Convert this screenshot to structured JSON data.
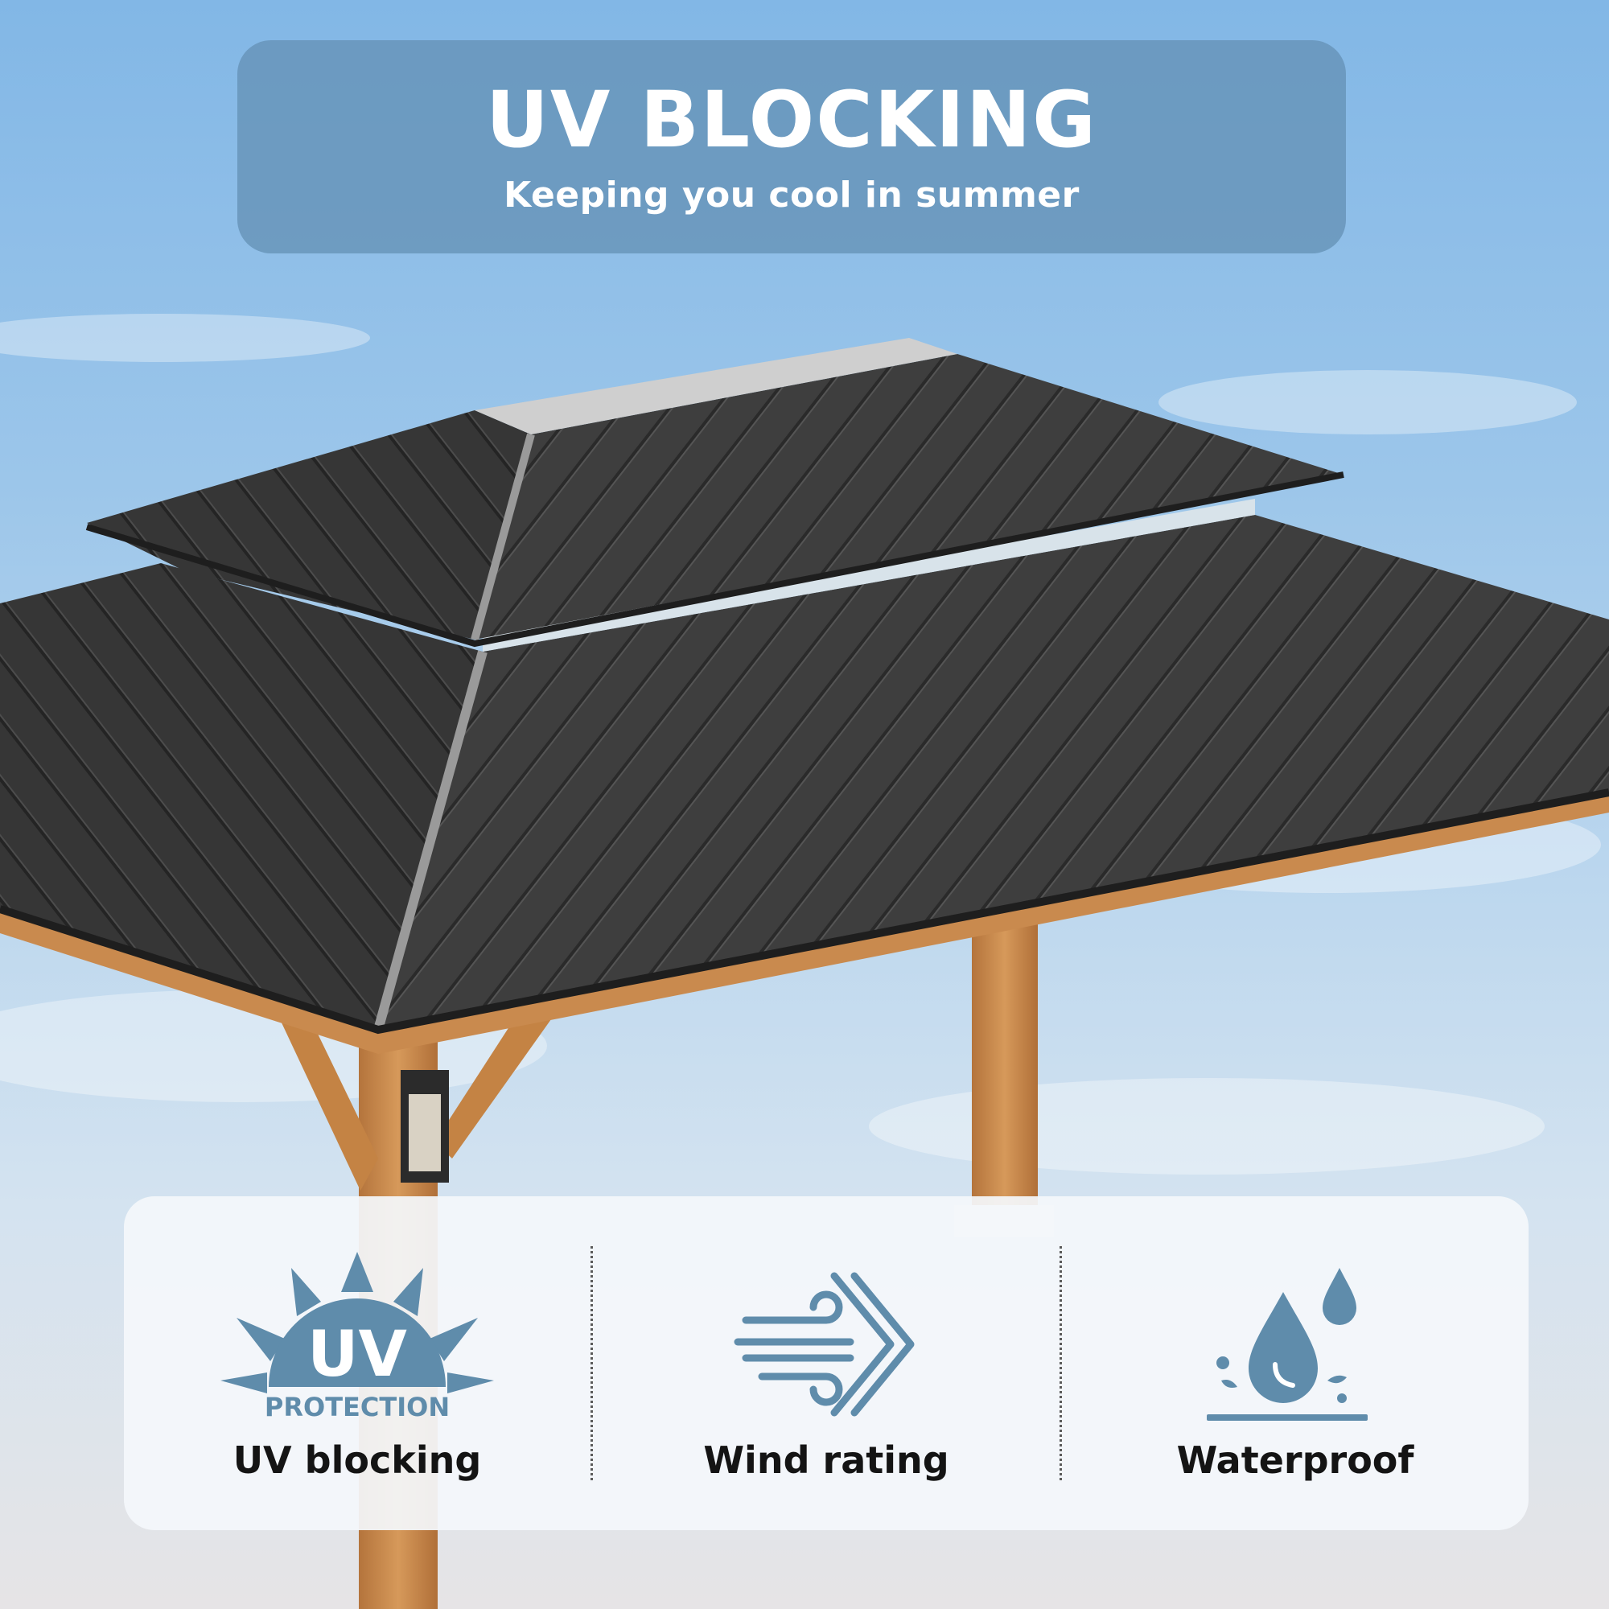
{
  "header": {
    "title": "UV BLOCKING",
    "subtitle": "Keeping you cool in summer"
  },
  "features": [
    {
      "label": "UV blocking",
      "icon": "uv-protection-icon",
      "icon_text": "UV",
      "icon_subtext": "PROTECTION"
    },
    {
      "label": "Wind rating",
      "icon": "wind-icon"
    },
    {
      "label": "Waterproof",
      "icon": "water-drops-icon"
    }
  ],
  "colors": {
    "icon": "#5f8cab",
    "panel": "#f4f8fb",
    "header_panel": "#6694b8",
    "roof": "#3d3d3d",
    "wood": "#c98a4e"
  }
}
